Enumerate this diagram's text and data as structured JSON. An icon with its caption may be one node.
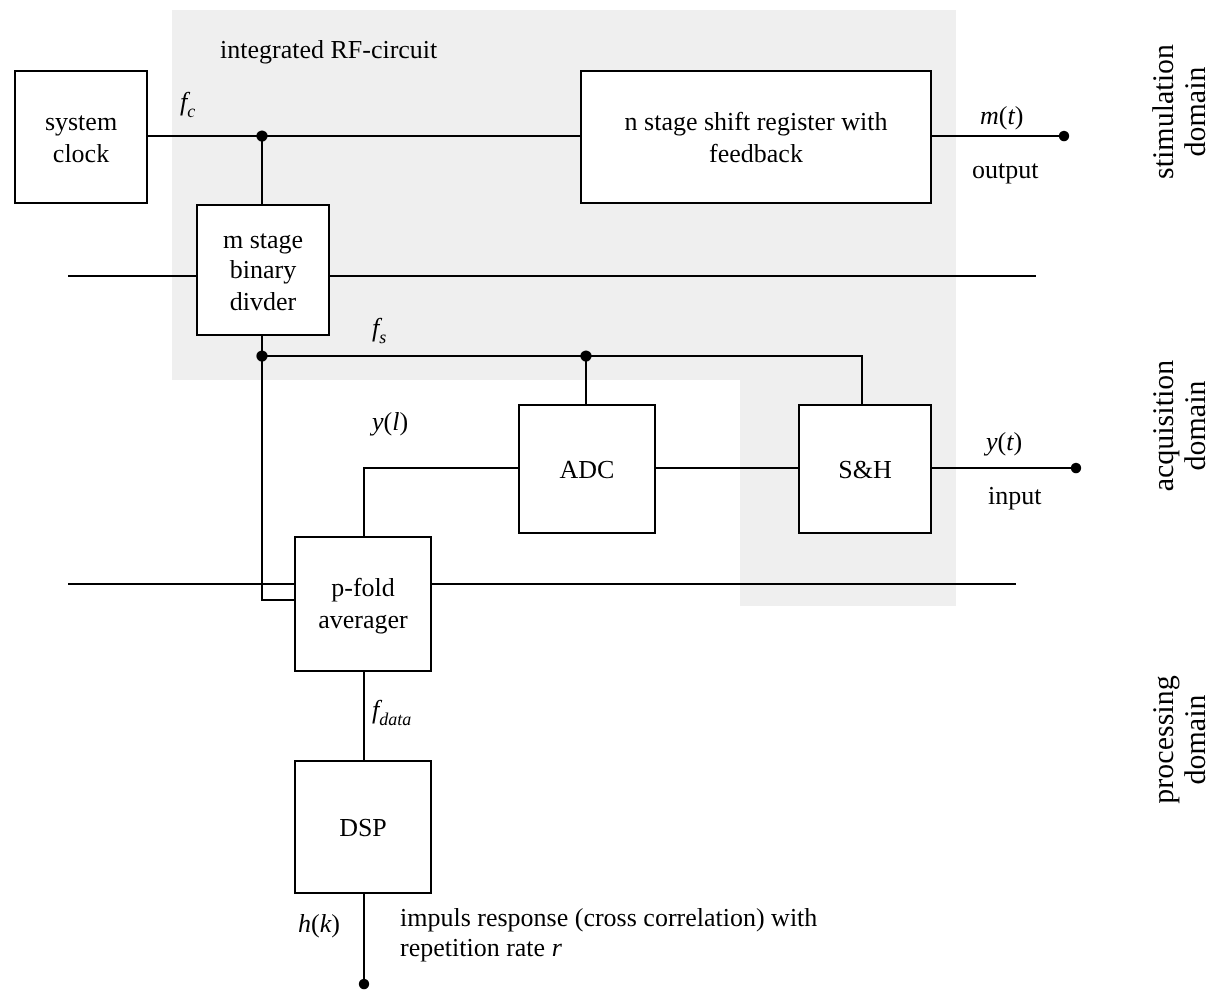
{
  "diagram": {
    "nodes": [
      {
        "text": [
          "integrated RF-circuit"
        ]
      },
      {
        "text": [
          "system clock"
        ]
      },
      {
        "text": [
          "n stage shift register with feedback"
        ],
        "in": 0
      },
      {
        "text": [
          "m stage binary divder"
        ],
        "in": 0
      },
      {
        "text": [
          "ADC"
        ]
      },
      {
        "text": [
          "S&H"
        ],
        "in": 0
      },
      {
        "text": [
          "p-fold averager"
        ]
      },
      {
        "text": [
          "DSP"
        ]
      }
    ],
    "edges": [
      {
        "from": 1,
        "to": 2,
        "arrow": "none",
        "label": "*f*$_{c}$"
      },
      {
        "from": 1,
        "to": 3,
        "arrow": "none"
      },
      {
        "from": 3,
        "to": 4,
        "arrow": "none",
        "label": "*f*$_{s}$"
      },
      {
        "from": 3,
        "to": 5,
        "arrow": "none"
      },
      {
        "from": 3,
        "to": 6,
        "arrow": "none"
      },
      {
        "from": 5,
        "to": 4,
        "arrow": "none"
      },
      {
        "from": 4,
        "to": 6,
        "arrow": "none",
        "label": "*y*(*l*)"
      },
      {
        "from": 6,
        "to": 7,
        "arrow": "none",
        "label": "*f*$_{data}$"
      },
      {
        "from": 2,
        "to": null,
        "arrow": "other",
        "label": "*m*(*t*)"
      },
      {
        "from": null,
        "to": 5,
        "arrow": "other",
        "label": "*y*(*t*)"
      },
      {
        "from": 7,
        "to": null,
        "arrow": "other",
        "label": "*h*(*k*)"
      }
    ],
    "labels": [
      "output",
      "input",
      "impuls response (cross correlation) with repetition rate *r*",
      "stimulation domain",
      "acquisition domain",
      "processing domain"
    ]
  }
}
